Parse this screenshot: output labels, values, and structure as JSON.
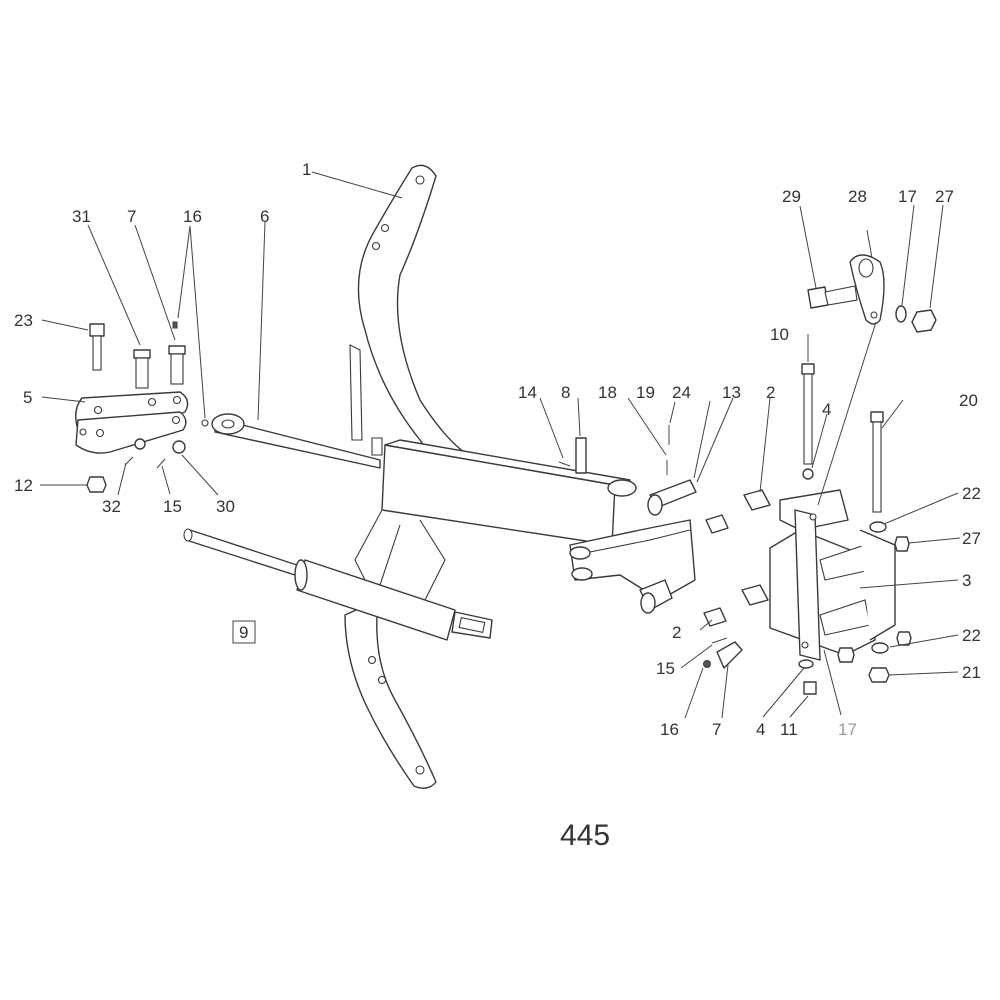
{
  "page_number": "445",
  "callouts": {
    "c1": "1",
    "c2a": "2",
    "c2b": "2",
    "c3": "3",
    "c4a": "4",
    "c4b": "4",
    "c5": "5",
    "c6": "6",
    "c7a": "7",
    "c7b": "7",
    "c8": "8",
    "c9": "9",
    "c10": "10",
    "c11": "11",
    "c12": "12",
    "c13": "13",
    "c14": "14",
    "c15a": "15",
    "c15b": "15",
    "c16a": "16",
    "c16b": "16",
    "c17a": "17",
    "c17b": "17",
    "c18": "18",
    "c19": "19",
    "c20": "20",
    "c21": "21",
    "c22a": "22",
    "c22b": "22",
    "c23": "23",
    "c24": "24",
    "c27a": "27",
    "c27b": "27",
    "c28": "28",
    "c29": "29",
    "c30": "30",
    "c31": "31",
    "c32": "32"
  },
  "colors": {
    "line": "#3a3a3a",
    "text": "#333333",
    "faint": "#9a9a9a",
    "background": "#ffffff"
  }
}
